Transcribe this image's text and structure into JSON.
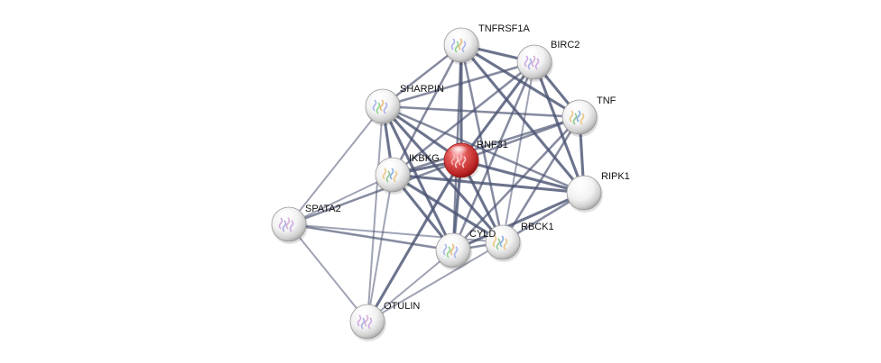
{
  "network": {
    "query_protein": "RNF31",
    "nodes": [
      {
        "id": "TNFRSF1A",
        "label": "TNFRSF1A",
        "has_structure": true,
        "query": false
      },
      {
        "id": "BIRC2",
        "label": "BIRC2",
        "has_structure": true,
        "query": false
      },
      {
        "id": "TNF",
        "label": "TNF",
        "has_structure": true,
        "query": false
      },
      {
        "id": "SHARPIN",
        "label": "SHARPIN",
        "has_structure": true,
        "query": false
      },
      {
        "id": "RNF31",
        "label": "RNF31",
        "has_structure": true,
        "query": true
      },
      {
        "id": "IKBKG",
        "label": "IKBKG",
        "has_structure": true,
        "query": false
      },
      {
        "id": "RIPK1",
        "label": "RIPK1",
        "has_structure": false,
        "query": false
      },
      {
        "id": "SPATA2",
        "label": "SPATA2",
        "has_structure": true,
        "query": false
      },
      {
        "id": "RBCK1",
        "label": "RBCK1",
        "has_structure": true,
        "query": false
      },
      {
        "id": "CYLD",
        "label": "CYLD",
        "has_structure": true,
        "query": false
      },
      {
        "id": "OTULIN",
        "label": "OTULIN",
        "has_structure": true,
        "query": false
      }
    ],
    "edges": [
      {
        "source": "TNFRSF1A",
        "target": "BIRC2",
        "weight": 4
      },
      {
        "source": "TNFRSF1A",
        "target": "TNF",
        "weight": 4
      },
      {
        "source": "TNFRSF1A",
        "target": "SHARPIN",
        "weight": 3
      },
      {
        "source": "TNFRSF1A",
        "target": "RNF31",
        "weight": 4
      },
      {
        "source": "TNFRSF1A",
        "target": "IKBKG",
        "weight": 3
      },
      {
        "source": "TNFRSF1A",
        "target": "RIPK1",
        "weight": 4
      },
      {
        "source": "TNFRSF1A",
        "target": "CYLD",
        "weight": 3
      },
      {
        "source": "TNFRSF1A",
        "target": "RBCK1",
        "weight": 3
      },
      {
        "source": "BIRC2",
        "target": "TNF",
        "weight": 4
      },
      {
        "source": "BIRC2",
        "target": "SHARPIN",
        "weight": 3
      },
      {
        "source": "BIRC2",
        "target": "RNF31",
        "weight": 4
      },
      {
        "source": "BIRC2",
        "target": "IKBKG",
        "weight": 3
      },
      {
        "source": "BIRC2",
        "target": "RIPK1",
        "weight": 4
      },
      {
        "source": "BIRC2",
        "target": "CYLD",
        "weight": 3
      },
      {
        "source": "BIRC2",
        "target": "RBCK1",
        "weight": 2
      },
      {
        "source": "TNF",
        "target": "SHARPIN",
        "weight": 3
      },
      {
        "source": "TNF",
        "target": "RNF31",
        "weight": 3
      },
      {
        "source": "TNF",
        "target": "IKBKG",
        "weight": 3
      },
      {
        "source": "TNF",
        "target": "RIPK1",
        "weight": 4
      },
      {
        "source": "TNF",
        "target": "CYLD",
        "weight": 3
      },
      {
        "source": "TNF",
        "target": "RBCK1",
        "weight": 3
      },
      {
        "source": "SHARPIN",
        "target": "RNF31",
        "weight": 4
      },
      {
        "source": "SHARPIN",
        "target": "IKBKG",
        "weight": 4
      },
      {
        "source": "SHARPIN",
        "target": "RIPK1",
        "weight": 3
      },
      {
        "source": "SHARPIN",
        "target": "CYLD",
        "weight": 4
      },
      {
        "source": "SHARPIN",
        "target": "RBCK1",
        "weight": 4
      },
      {
        "source": "SHARPIN",
        "target": "SPATA2",
        "weight": 2
      },
      {
        "source": "SHARPIN",
        "target": "OTULIN",
        "weight": 2
      },
      {
        "source": "RNF31",
        "target": "IKBKG",
        "weight": 4
      },
      {
        "source": "RNF31",
        "target": "RIPK1",
        "weight": 4
      },
      {
        "source": "RNF31",
        "target": "CYLD",
        "weight": 4
      },
      {
        "source": "RNF31",
        "target": "RBCK1",
        "weight": 4
      },
      {
        "source": "RNF31",
        "target": "SPATA2",
        "weight": 3
      },
      {
        "source": "RNF31",
        "target": "OTULIN",
        "weight": 4
      },
      {
        "source": "IKBKG",
        "target": "RIPK1",
        "weight": 4
      },
      {
        "source": "IKBKG",
        "target": "CYLD",
        "weight": 4
      },
      {
        "source": "IKBKG",
        "target": "RBCK1",
        "weight": 4
      },
      {
        "source": "IKBKG",
        "target": "SPATA2",
        "weight": 2
      },
      {
        "source": "IKBKG",
        "target": "OTULIN",
        "weight": 2
      },
      {
        "source": "RIPK1",
        "target": "CYLD",
        "weight": 4
      },
      {
        "source": "RIPK1",
        "target": "RBCK1",
        "weight": 3
      },
      {
        "source": "SPATA2",
        "target": "CYLD",
        "weight": 3
      },
      {
        "source": "SPATA2",
        "target": "RBCK1",
        "weight": 2
      },
      {
        "source": "SPATA2",
        "target": "OTULIN",
        "weight": 2
      },
      {
        "source": "CYLD",
        "target": "RBCK1",
        "weight": 3
      },
      {
        "source": "CYLD",
        "target": "OTULIN",
        "weight": 2
      },
      {
        "source": "RBCK1",
        "target": "OTULIN",
        "weight": 2
      }
    ],
    "colors": {
      "edge": "#4a5272",
      "node_default": "#ffffff",
      "node_query": "#cc2a2a",
      "label": "#111111"
    }
  }
}
